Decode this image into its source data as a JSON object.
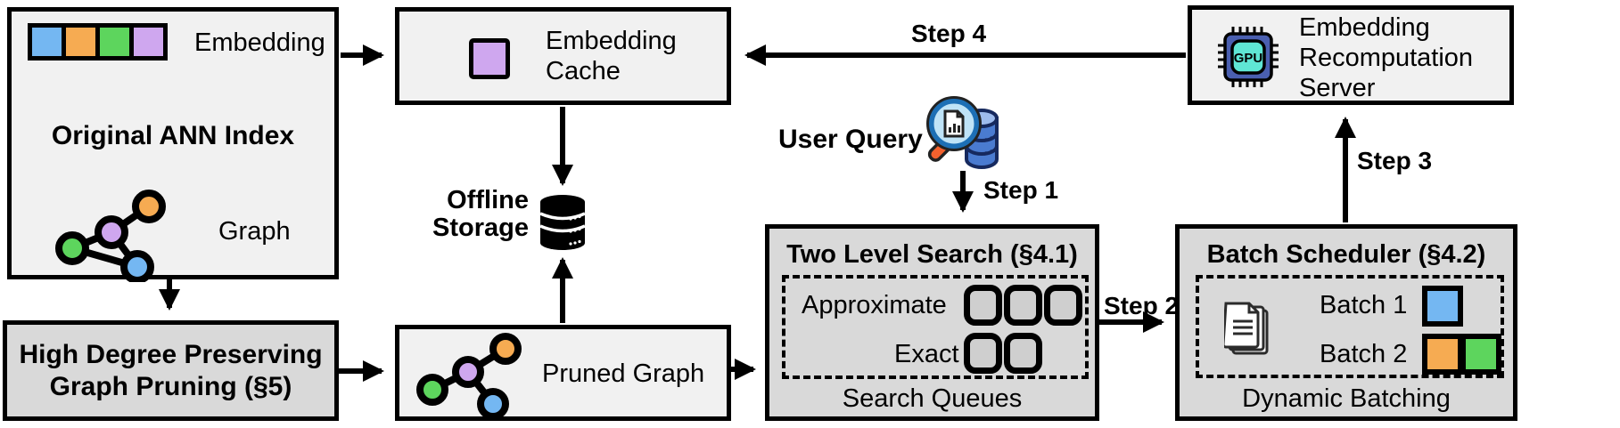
{
  "figure": {
    "nodes": {
      "original_ann_index": {
        "title": "Original ANN Index",
        "embedding_label": "Embedding",
        "graph_label": "Graph"
      },
      "high_degree_pruning": {
        "line1": "High Degree Preserving",
        "line2": "Graph Pruning (§5)"
      },
      "embedding_cache": {
        "line1": "Embedding",
        "line2": "Cache"
      },
      "offline_storage": {
        "line1": "Offline",
        "line2": "Storage"
      },
      "pruned_graph": {
        "label": "Pruned Graph"
      },
      "user_query": {
        "label": "User Query"
      },
      "two_level_search": {
        "title": "Two Level Search (§4.1)",
        "rows": [
          "Approximate",
          "Exact"
        ],
        "approximate_queue_slots": 3,
        "exact_queue_slots": 2,
        "footer": "Search Queues"
      },
      "batch_scheduler": {
        "title": "Batch Scheduler (§4.2)",
        "batch1_label": "Batch 1",
        "batch2_label": "Batch 2",
        "footer": "Dynamic Batching"
      },
      "recomputation_server": {
        "line1": "Embedding",
        "line2": "Recomputation",
        "line3": "Server",
        "chip_text": "GPU"
      }
    },
    "steps": {
      "step1": "Step 1",
      "step2": "Step 2",
      "step3": "Step 3",
      "step4": "Step 4"
    },
    "colors": {
      "node_blue": "#74b7f2",
      "node_orange": "#f6ab52",
      "node_green": "#5dd55d",
      "node_purple": "#cfa7ef",
      "box_light_bg": "#f1f1f1",
      "box_gray_bg": "#d9d9d9",
      "queue_slot_bg": "#cfcfcf",
      "gpu_chip_body": "#4a5fb0",
      "gpu_chip_screen": "#5fe6d4",
      "magnifier_fill": "#bfe3f7",
      "magnifier_rim": "#1d6fb5",
      "magnifier_handle": "#f2612e",
      "query_db_fill": "#4a7bd0",
      "query_db_top": "#9dbbed",
      "query_db_outline": "#16295e"
    }
  }
}
